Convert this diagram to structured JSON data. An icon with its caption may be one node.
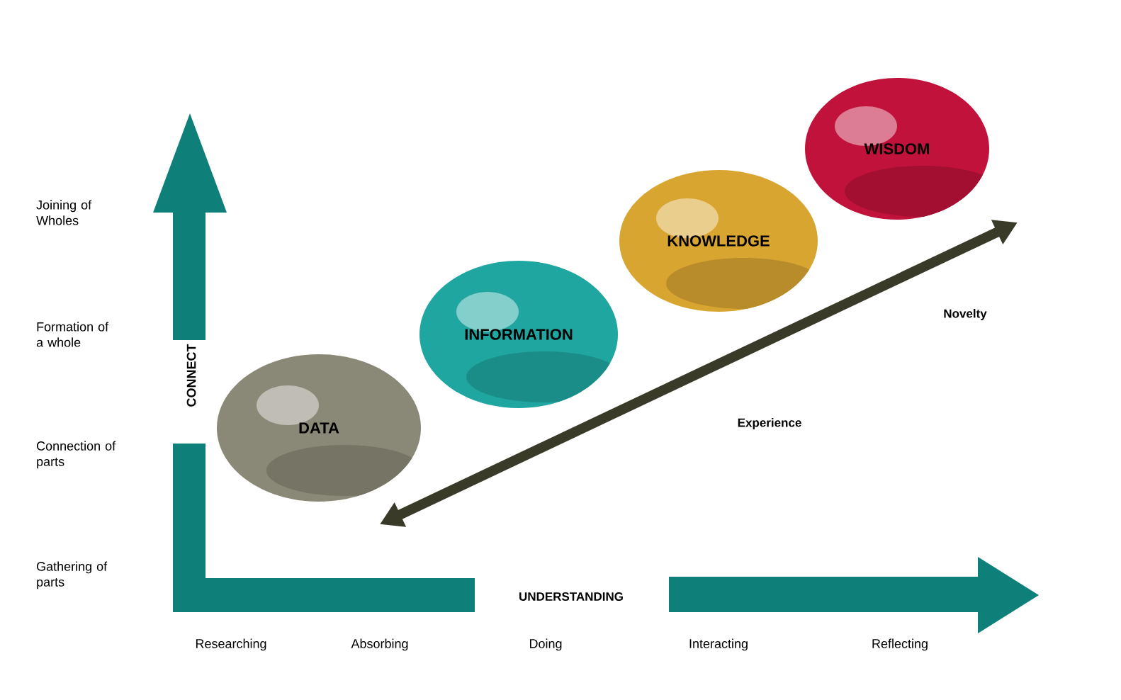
{
  "diagram": {
    "nodes": [
      {
        "text": [
          "DATA"
        ]
      },
      {
        "text": [
          "INFORMATION"
        ]
      },
      {
        "text": [
          "KNOWLEDGE"
        ]
      },
      {
        "text": [
          "WISDOM"
        ]
      }
    ],
    "labels": [
      "Joining of Wholes",
      "Formation of a whole",
      "Connection of parts",
      "Gathering of parts",
      "CONNECT",
      "UNDERSTANDING",
      "Researching",
      "Absorbing",
      "Doing",
      "Interacting",
      "Reflecting",
      "Experience",
      "Novelty"
    ]
  }
}
